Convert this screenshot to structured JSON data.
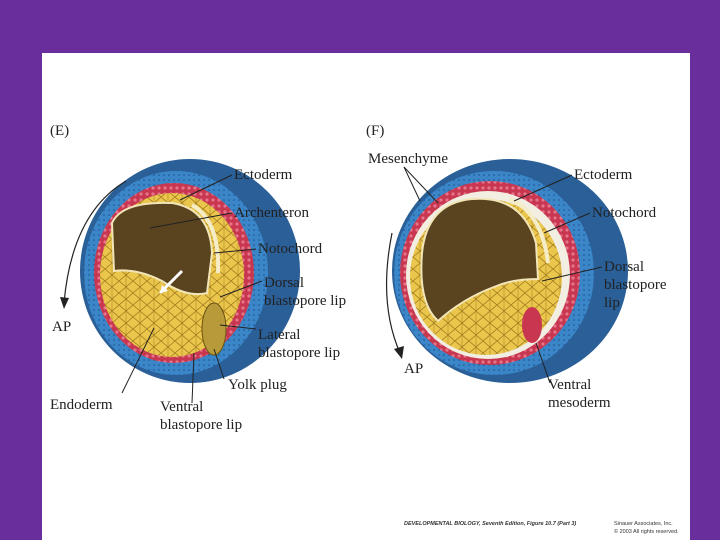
{
  "colors": {
    "background": "#6a2d9c",
    "ectoderm": "#3a86c8",
    "ectoderm_dark": "#2a5f98",
    "mesoderm": "#c8374f",
    "archenteron": "#5a4420",
    "endoderm": "#e8c34a"
  },
  "panel_e": {
    "tag": "(E)",
    "labels": {
      "ectoderm": "Ectoderm",
      "archenteron": "Archenteron",
      "notochord": "Notochord",
      "dorsal_lip_1": "Dorsal",
      "dorsal_lip_2": "blastopore lip",
      "ap": "AP",
      "lateral_lip_1": "Lateral",
      "lateral_lip_2": "blastopore lip",
      "yolk_plug": "Yolk plug",
      "endoderm": "Endoderm",
      "ventral_lip_1": "Ventral",
      "ventral_lip_2": "blastopore lip"
    }
  },
  "panel_f": {
    "tag": "(F)",
    "labels": {
      "mesenchyme": "Mesenchyme",
      "ectoderm": "Ectoderm",
      "notochord": "Notochord",
      "dorsal_lip_1": "Dorsal",
      "dorsal_lip_2": "blastopore",
      "dorsal_lip_3": "lip",
      "ap": "AP",
      "ventral_meso_1": "Ventral",
      "ventral_meso_2": "mesoderm"
    }
  },
  "credit": {
    "line1_title": "DEVELOPMENTAL BIOLOGY, Seventh Edition, Figure 10.7 (Part 3)",
    "line1_pub": "Sinauer Associates, Inc.",
    "line2": "© 2003 All rights reserved."
  }
}
